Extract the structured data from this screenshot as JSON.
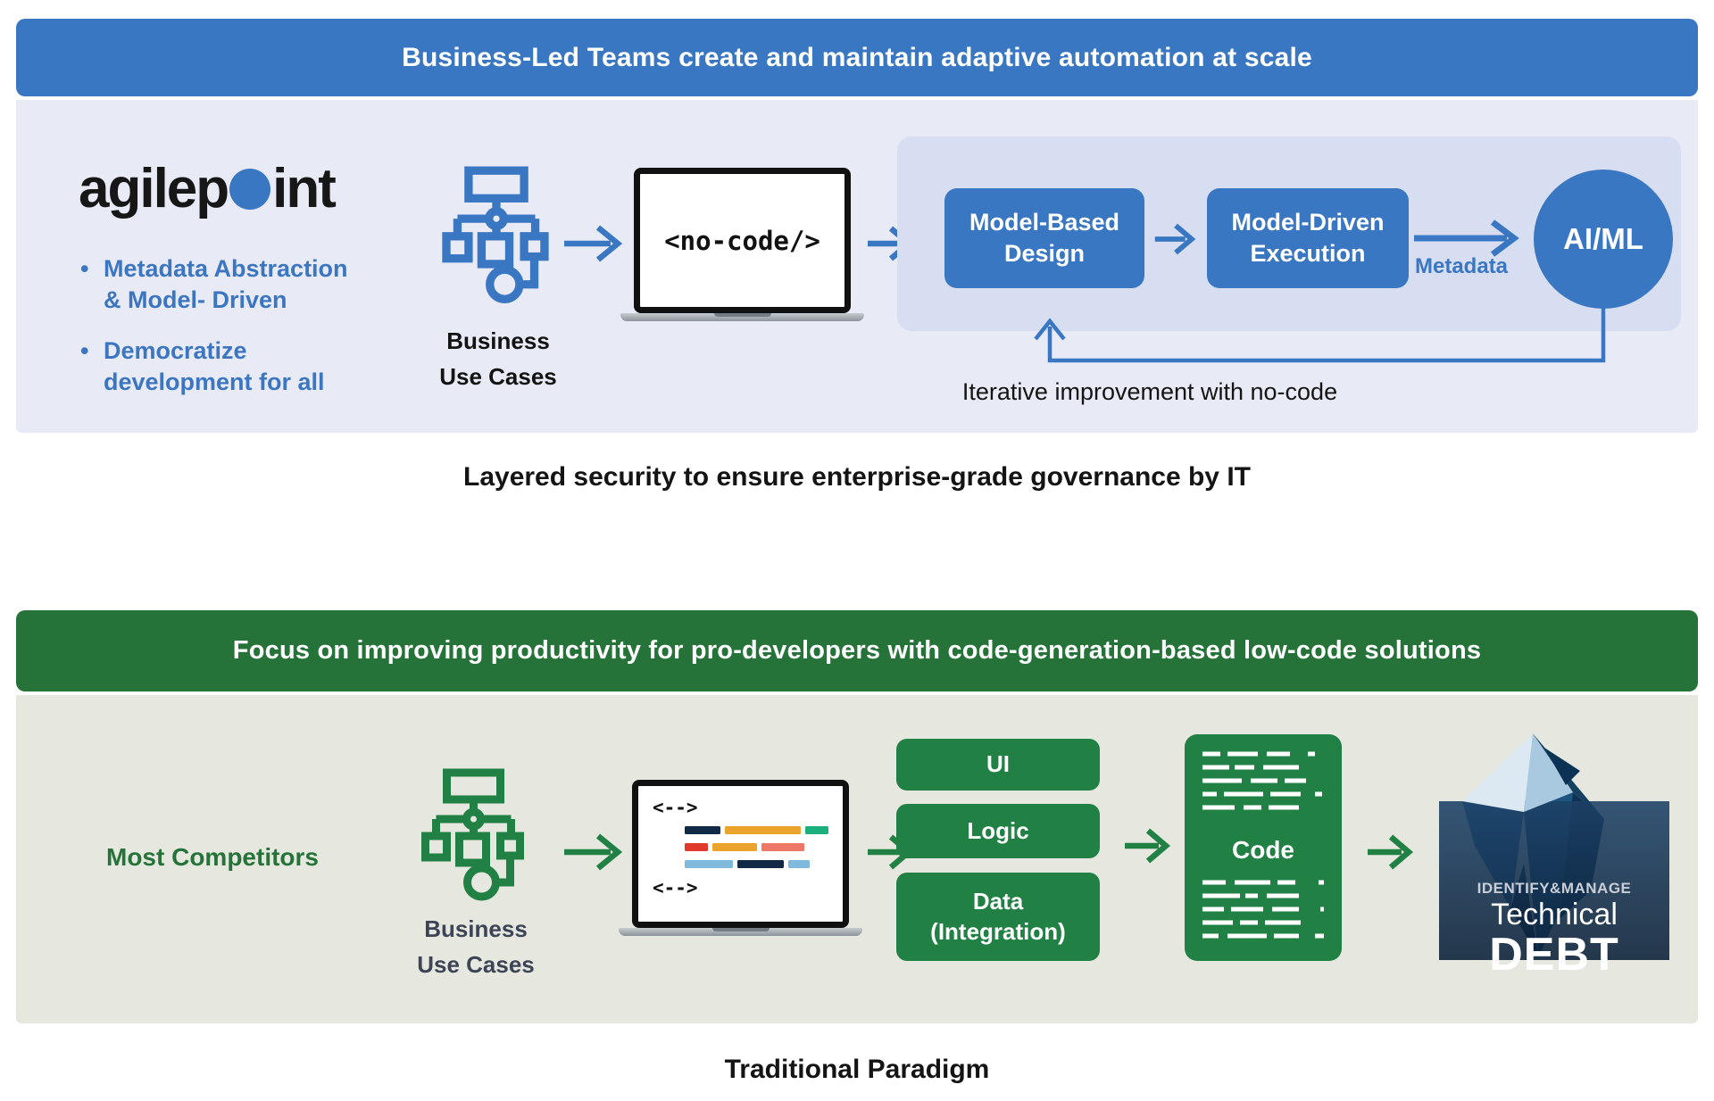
{
  "colors": {
    "blue": "#3a77c2",
    "blue_text": "#3c76c0",
    "lavender": "#e8eaf6",
    "panel": "#d8def1",
    "green_banner": "#26733a",
    "green": "#218044",
    "green_text": "#26733a",
    "section2_bg": "#e6e8e0",
    "dark_text": "#141414",
    "slate_text": "#3d4456",
    "bar_navy": "#132a47",
    "bar_orange": "#eca32c",
    "bar_teal": "#19b07e",
    "bar_red": "#e0392b",
    "bar_coral": "#ee7767",
    "bar_blue": "#7fbadd",
    "laptop_frame": "#111111"
  },
  "top_banner": {
    "title": "Business-Led Teams create and maintain adaptive automation at scale"
  },
  "top_section": {
    "logo": {
      "part1": "agilep",
      "part2": "int"
    },
    "bullets": [
      {
        "marker": "•",
        "text": "Metadata Abstraction\n& Model- Driven"
      },
      {
        "marker": "•",
        "text": "Democratize\ndevelopment for all"
      }
    ],
    "flowchart_label": "Business\nUse Cases",
    "laptop_text": "<no-code/>",
    "box1": "Model-Based\nDesign",
    "box2": "Model-Driven\nExecution",
    "metadata_label": "Metadata",
    "aiml_label": "AI/ML",
    "feedback_label": "Iterative improvement with no-code"
  },
  "middle_caption": "Layered security to ensure enterprise-grade governance by IT",
  "bottom_banner": {
    "title": "Focus on improving productivity for pro-developers with code-generation-based low-code solutions"
  },
  "bottom_section": {
    "competitors_label": "Most Competitors",
    "flowchart_label": "Business\nUse Cases",
    "code_glyph_top": "<-->",
    "code_glyph_bottom": "<-->",
    "layers": [
      "UI",
      "Logic",
      "Data\n(Integration)"
    ],
    "code_label": "Code",
    "debt_badge": {
      "line1": "IDENTIFY&MANAGE",
      "line2": "Technical",
      "line3": "DEBT"
    }
  },
  "bottom_caption": "Traditional Paradigm"
}
